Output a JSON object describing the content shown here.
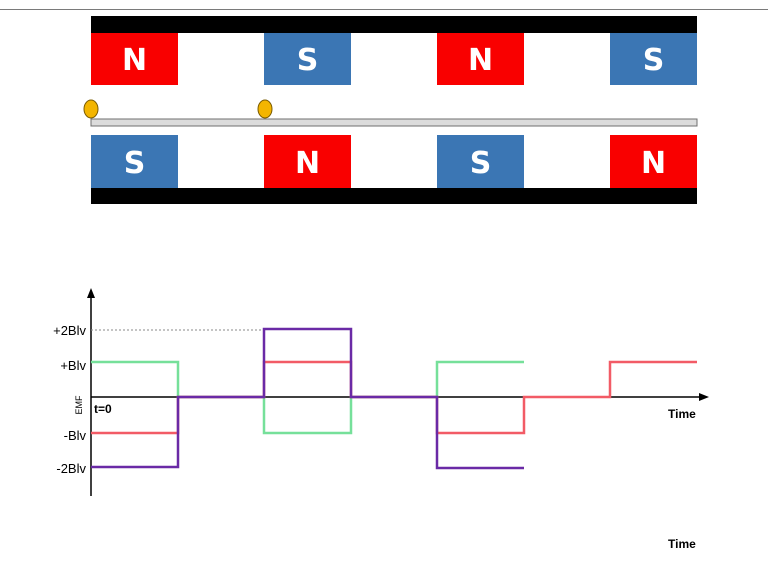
{
  "magnets": {
    "top_row": [
      "N",
      "S",
      "N",
      "S"
    ],
    "bottom_row": [
      "S",
      "N",
      "S",
      "N"
    ]
  },
  "graph": {
    "y_tick_labels": [
      "+2Blv",
      "+Blv",
      "-Blv",
      "-2Blv"
    ],
    "y_axis_label": "EMF",
    "origin_label": "t=0",
    "x_axis_label": "Time",
    "extra_time_label": "Time"
  },
  "colors": {
    "north": "#f90000",
    "south": "#3b76b4",
    "rail": "#000000",
    "conductor_fill": "#dcdcdc",
    "ball": "#f3b500",
    "green_series": "#76e09a",
    "red_series": "#f25b66",
    "purple_series": "#6a2aa6"
  }
}
